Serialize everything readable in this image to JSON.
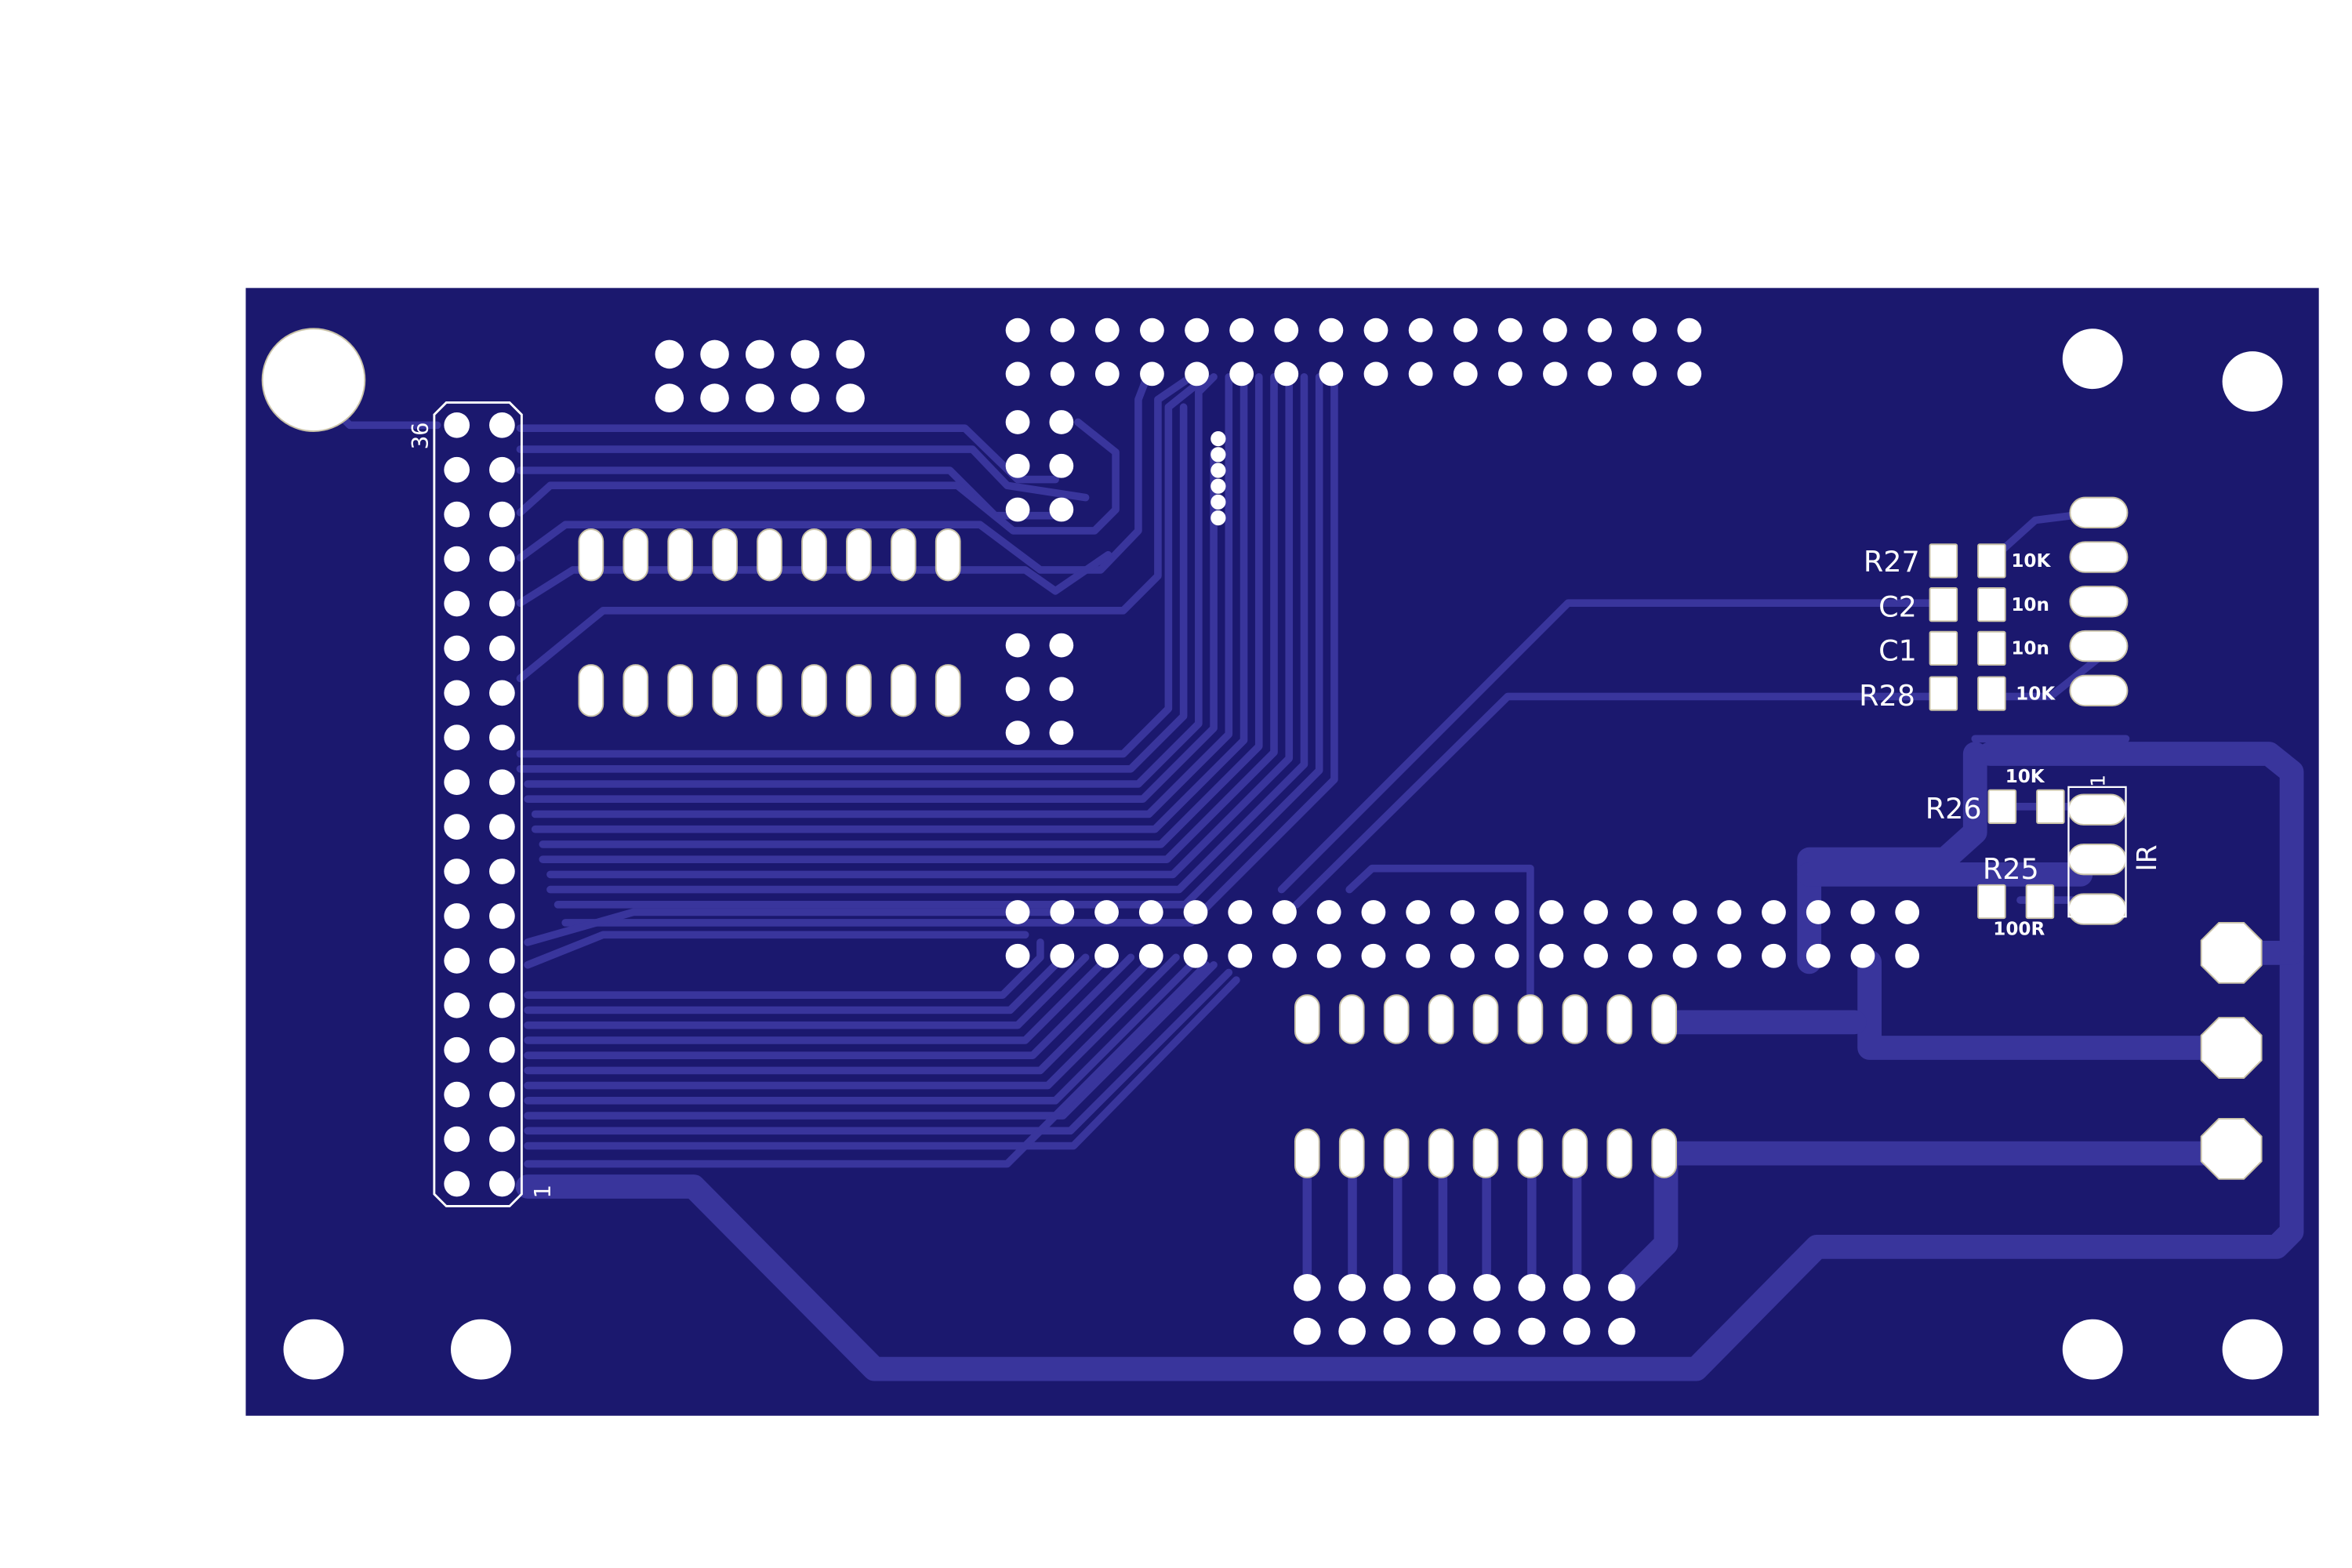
{
  "board": {
    "colors": {
      "background": "#ffffff",
      "board": "#1b186e",
      "trace": "#39359c",
      "pad": "#ffffff",
      "pad_stroke": "#c9c2a8",
      "silkscreen": "#ffffff"
    },
    "components": {
      "main_header": {
        "pin_label_top": "36",
        "pin_label_bottom": "1"
      },
      "passives": [
        {
          "ref": "R27",
          "value": "10K"
        },
        {
          "ref": "C2",
          "value": "10n"
        },
        {
          "ref": "C1",
          "value": "10n"
        },
        {
          "ref": "R28",
          "value": "10K"
        },
        {
          "ref": "R26",
          "value": "10K"
        },
        {
          "ref": "R25",
          "value": "100R"
        }
      ],
      "ir_sensor": {
        "label": "IR",
        "pin_label": "1"
      }
    }
  }
}
